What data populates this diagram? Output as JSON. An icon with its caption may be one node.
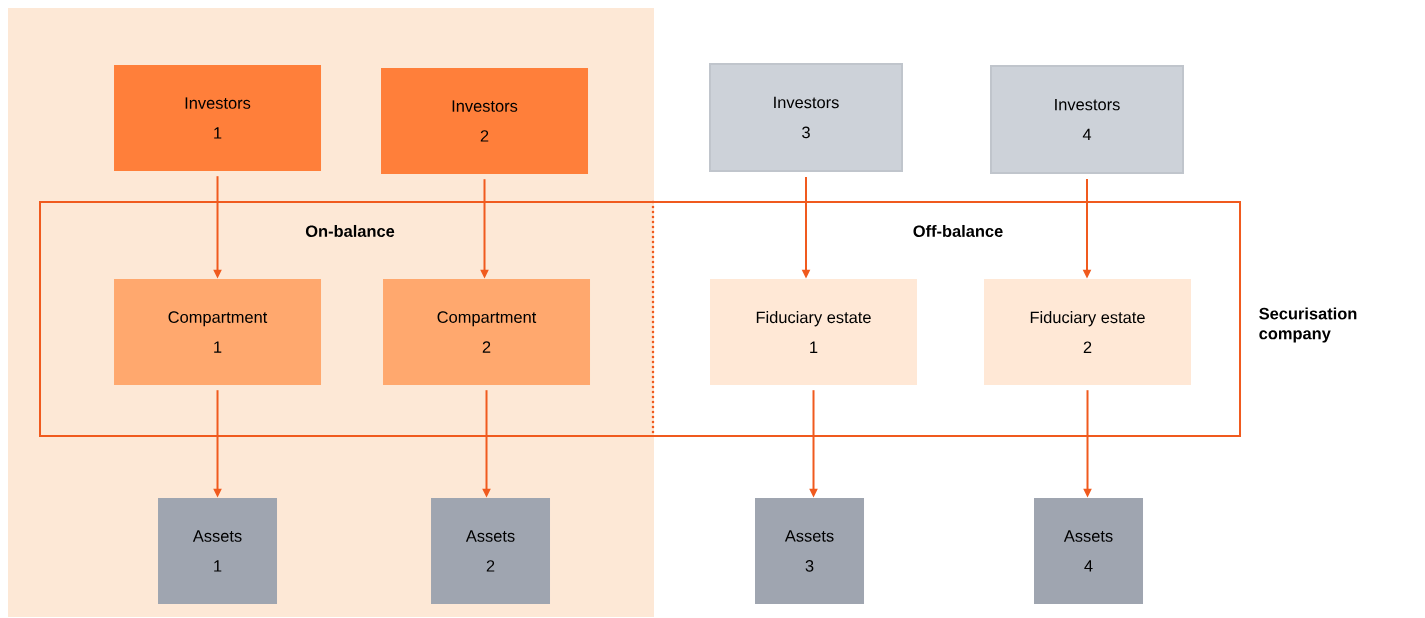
{
  "diagram": {
    "nodes": [
      {
        "text": [
          "Investors",
          "1"
        ]
      },
      {
        "text": [
          "Investors",
          "2"
        ]
      },
      {
        "text": [
          "Investors",
          "3"
        ]
      },
      {
        "text": [
          "Investors",
          "4"
        ]
      },
      {
        "text": [
          "Securisation company"
        ]
      },
      {
        "text": [
          "Compartment",
          "1"
        ],
        "in": 4
      },
      {
        "text": [
          "Compartment",
          "2"
        ],
        "in": 4
      },
      {
        "text": [
          "Fiduciary estate",
          "1"
        ],
        "in": 4
      },
      {
        "text": [
          "Fiduciary estate",
          "2"
        ],
        "in": 4
      },
      {
        "text": [
          "Assets",
          "1"
        ]
      },
      {
        "text": [
          "Assets",
          "2"
        ]
      },
      {
        "text": [
          "Assets",
          "3"
        ]
      },
      {
        "text": [
          "Assets",
          "4"
        ]
      }
    ],
    "edges": [
      {
        "from": 0,
        "to": 5,
        "arrow": "to"
      },
      {
        "from": 1,
        "to": 6,
        "arrow": "to"
      },
      {
        "from": 2,
        "to": 7,
        "arrow": "to"
      },
      {
        "from": 3,
        "to": 8,
        "arrow": "to"
      },
      {
        "from": 5,
        "to": 9,
        "arrow": "to"
      },
      {
        "from": 6,
        "to": 10,
        "arrow": "to"
      },
      {
        "from": 7,
        "to": 11,
        "arrow": "to"
      },
      {
        "from": 8,
        "to": 12,
        "arrow": "to"
      }
    ],
    "labels": [
      "On-balance",
      "Off-balance"
    ]
  }
}
